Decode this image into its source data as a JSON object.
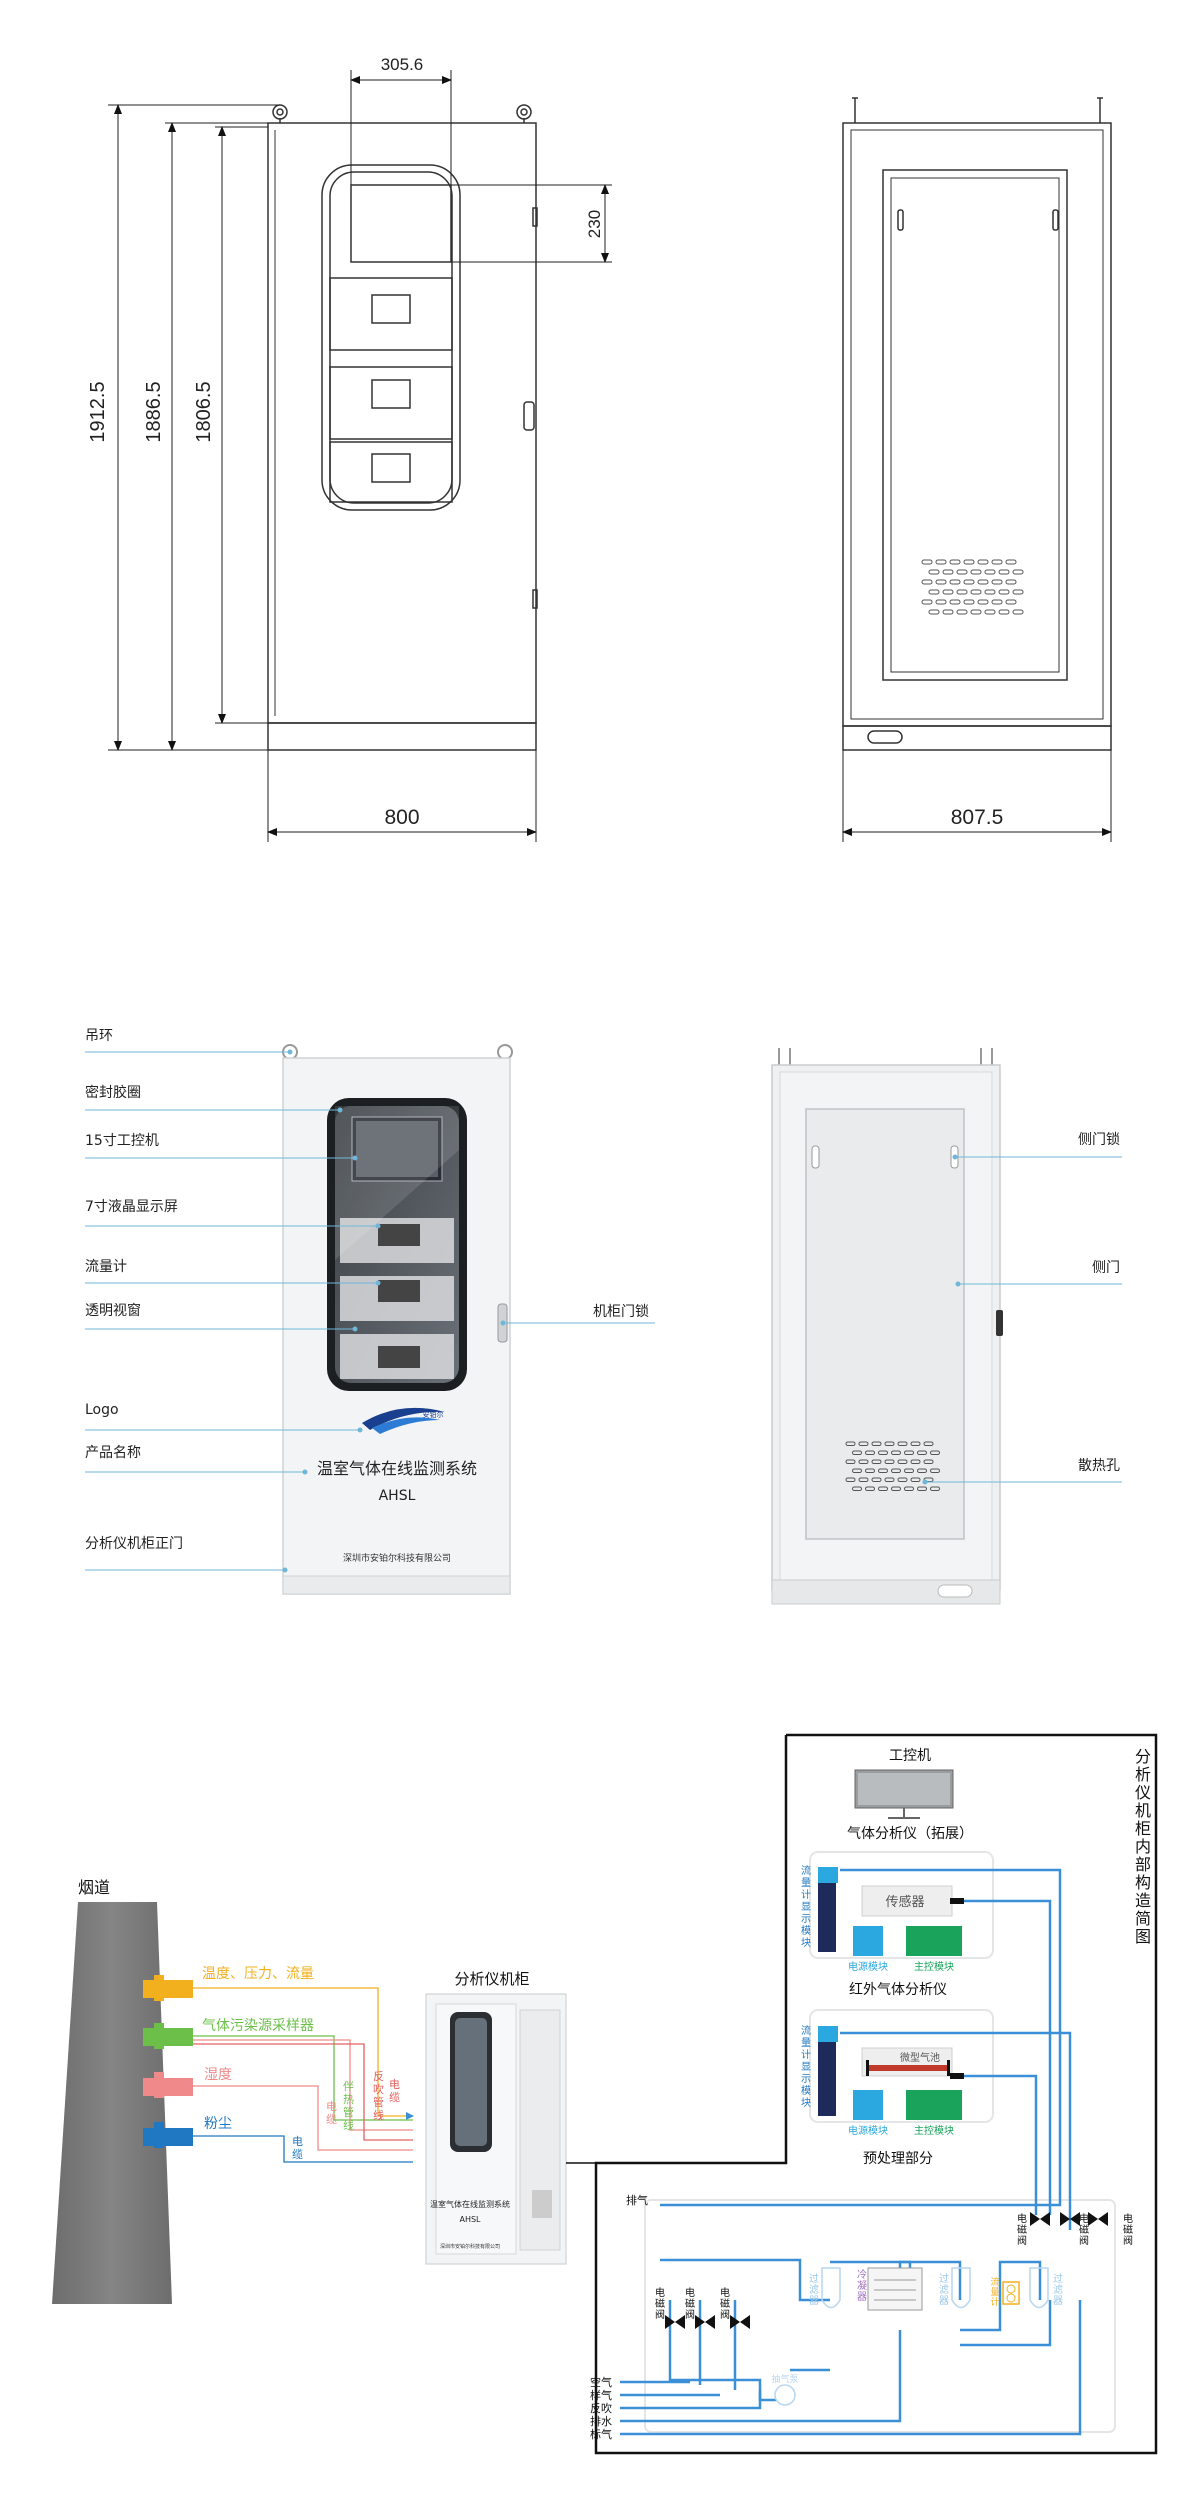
{
  "dimensions": {
    "height_total": "1912.5",
    "height_body": "1886.5",
    "height_door": "1806.5",
    "width_front": "800",
    "width_side": "807.5",
    "window_width": "305.6",
    "window_height": "230"
  },
  "front_labels": [
    "吊环",
    "密封胶圈",
    "15寸工控机",
    "7寸液晶显示屏",
    "流量计",
    "透明视窗",
    "Logo",
    "产品名称",
    "分析仪机柜正门"
  ],
  "front_right_label": "机柜门锁",
  "side_labels": [
    "侧门锁",
    "侧门",
    "散热孔"
  ],
  "cabinet_text": {
    "brand": "安铂尔",
    "product_name": "温室气体在线监测系统",
    "model": "AHSL",
    "company": "深圳市安铂尔科技有限公司"
  },
  "system": {
    "chimney": "烟道",
    "probes": [
      "温度、压力、流量",
      "气体污染源采样器",
      "湿度",
      "粉尘"
    ],
    "cabinet_title": "分析仪机柜",
    "cables": [
      "电缆",
      "伴热管线",
      "反吹管线",
      "电缆",
      "电缆"
    ],
    "internal_title": "分析仪机柜内部构造简图",
    "ipc": "工控机",
    "gas_analyzer_ext": "气体分析仪（拓展）",
    "flowmeter_display": "流量计显示模块",
    "sensor": "传感器",
    "power_module": "电源模块",
    "main_module": "主控模块",
    "ir_analyzer": "红外气体分析仪",
    "micro_cell": "微型气池",
    "pretreatment": "预处理部分",
    "exhaust": "排气",
    "solenoid": "电磁阀",
    "filter": "过滤器",
    "condenser": "冷凝器",
    "pump": "抽气泵",
    "flow_switch": "流量计",
    "inlets": [
      "空气",
      "样气",
      "反吹",
      "排水",
      "标气"
    ]
  },
  "colors": {
    "yellow": "#F2B01E",
    "green": "#6CC04A",
    "pink": "#F08A8A",
    "blue": "#1F78C1",
    "tube": "#3A8FD6",
    "cyan": "#2CA8E0",
    "module_green": "#19A35B",
    "navy": "#1E2A5A"
  }
}
